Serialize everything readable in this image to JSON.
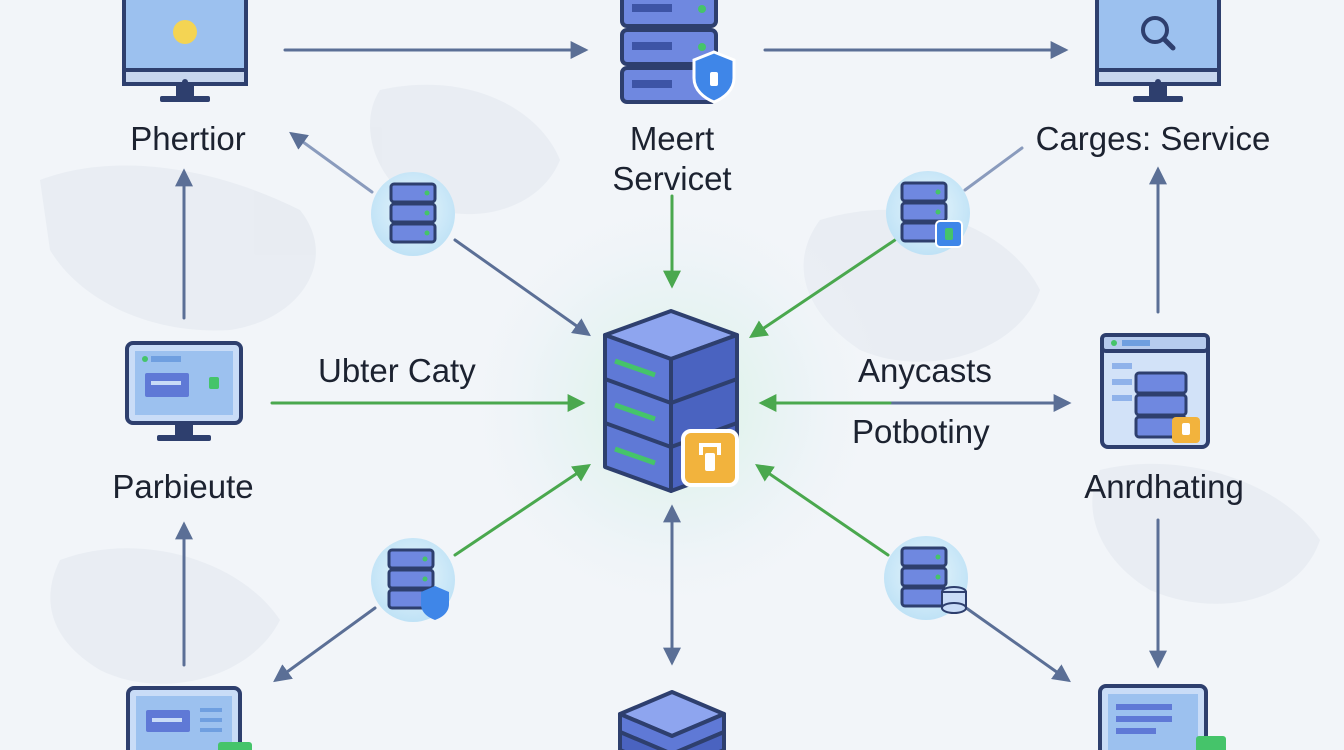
{
  "colors": {
    "blue_arrow": "#5b6f96",
    "green_arrow": "#4aa84e",
    "server_top": "#8ea5ef",
    "server_side": "#5f79d6",
    "server_dark": "#3d54a6",
    "outline": "#2e3f6e",
    "screen": "#9cc1ef",
    "badge_blue": "#3f86e8",
    "badge_yellow": "#f2b33d",
    "led_green": "#45c46a"
  },
  "icons": {
    "monitor": "monitor-icon",
    "server": "server-stack-icon",
    "shield": "shield-icon",
    "lock": "lock-icon",
    "search": "magnifier-icon"
  },
  "labels": {
    "top_left": "Phertior",
    "top_center_1": "Meert",
    "top_center_2": "Servicet",
    "top_right": "Carges: Service",
    "mid_left": "Parbieute",
    "mid_right": "Anrdhating",
    "edge_left": "Ubter Caty",
    "edge_right_1": "Anycasts",
    "edge_right_2": "Potbotiny"
  }
}
